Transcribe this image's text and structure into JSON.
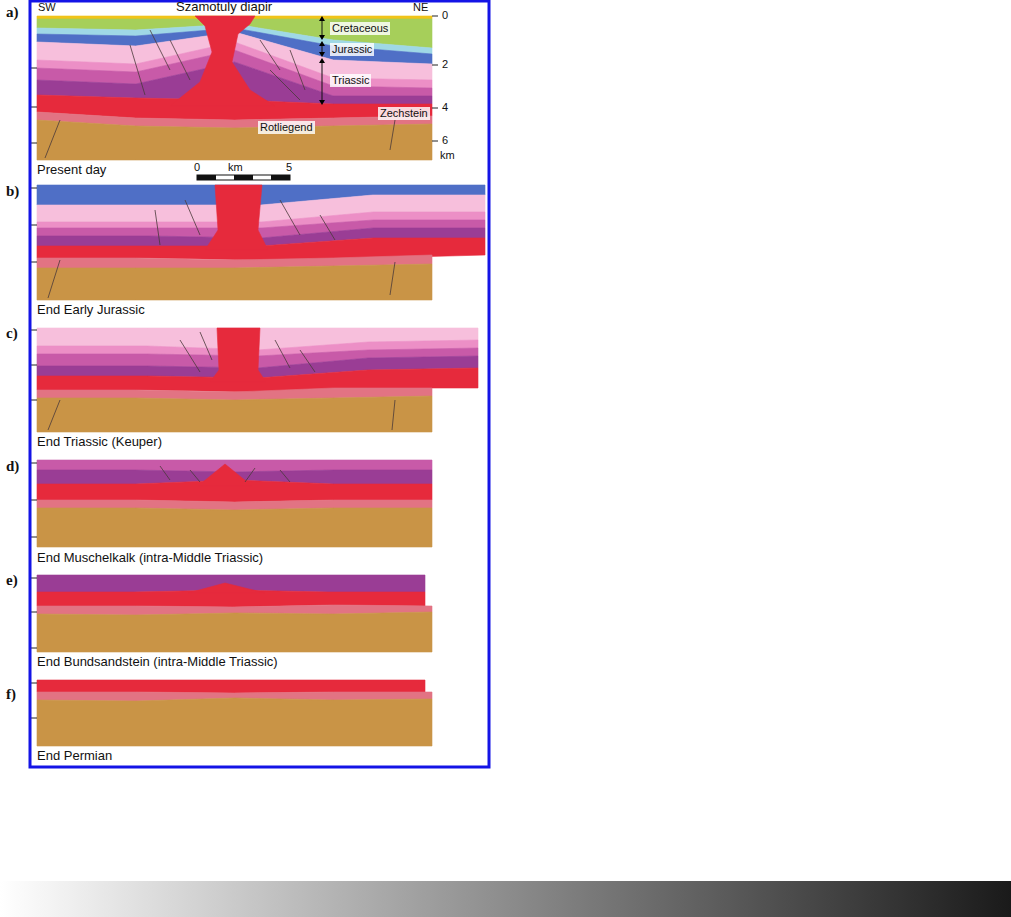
{
  "diagram": {
    "labels": [
      "a)",
      "SW",
      "Szamotuly diapir",
      "NE",
      "0",
      "Cretaceous",
      "2",
      "Jurassic",
      "Triassic",
      "4",
      "Zechstein",
      "Rotliegend",
      "6",
      "Present day",
      "0",
      "km",
      "5",
      "km",
      "b)",
      "End Early Jurassic",
      "c)",
      "End Triassic (Keuper)",
      "d)",
      "End Muschelkalk (intra-Middle Triassic)",
      "e)",
      "End Bundsandstein (intra-Middle Triassic)",
      "f)",
      "End Permian"
    ]
  }
}
